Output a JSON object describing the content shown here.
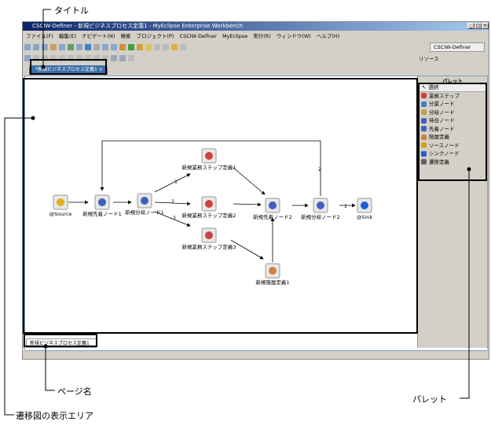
{
  "window": {
    "title": "CSCIW-Definer - 新規ビジネスプロセス定義1 - MyEclipse Enterprise Workbench",
    "controls": [
      "_",
      "□",
      "×"
    ]
  },
  "menu": [
    "ファイル(F)",
    "編集(E)",
    "ナビゲート(N)",
    "検索",
    "プロジェクト(P)",
    "CSCIW-Definer",
    "MyEclipse",
    "実行(R)",
    "ウィンドウ(W)",
    "ヘルプ(H)"
  ],
  "perspectives": {
    "active": "CSCIW-Definer",
    "other": "リソース"
  },
  "editor_tab": {
    "label": "*新規ビジネスプロセス定義1",
    "close": "×"
  },
  "palette": {
    "title": "パレット",
    "select": "選択",
    "items": [
      {
        "label": "業務ステップ",
        "color": "#d04040"
      },
      {
        "label": "分業ノード",
        "color": "#4080c0"
      },
      {
        "label": "分岐ノード",
        "color": "#c0a040"
      },
      {
        "label": "待合ノード",
        "color": "#4060c0"
      },
      {
        "label": "先着ノード",
        "color": "#4060c0"
      },
      {
        "label": "階層定義",
        "color": "#d08040"
      },
      {
        "label": "ソースノード",
        "color": "#d0a020"
      },
      {
        "label": "シンクノード",
        "color": "#2060d0"
      },
      {
        "label": "遷移定義",
        "color": "#606060"
      }
    ]
  },
  "diagram": {
    "nodes": {
      "source": "@Source",
      "join1": "新規先着ノード1",
      "branch1": "新規分岐ノード1",
      "step1": "新規業務ステップ定義1",
      "step2": "新規業務ステップ定義2",
      "step3": "新規業務ステップ定義3",
      "join2": "新規先着ノード2",
      "branch2": "新規分岐ノード2",
      "sink": "@Sink",
      "hier": "新規階層定義1"
    },
    "edge_labels": {
      "b1_1": "1",
      "b1_2": "2",
      "b1_3": "3",
      "b2_1": "1",
      "b2_2": "2"
    }
  },
  "page_tab": "新規ビジネスプロセス定義1",
  "callouts": {
    "title": "タイトル",
    "page_name": "ページ名",
    "palette": "パレット",
    "area": "遷移図の表示エリア"
  }
}
